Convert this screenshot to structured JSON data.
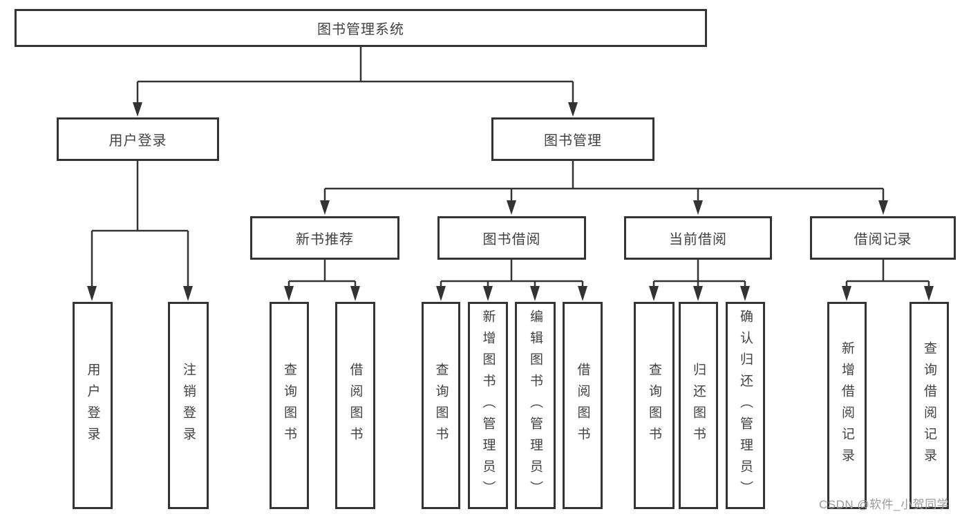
{
  "diagram": {
    "type": "hierarchy-tree",
    "root": "图书管理系统",
    "branches": [
      {
        "label": "用户登录",
        "children": [
          "用户登录",
          "注销登录"
        ]
      },
      {
        "label": "图书管理",
        "children": [
          "新书推荐",
          "图书借阅",
          "当前借阅",
          "借阅记录"
        ]
      }
    ],
    "book_modules": [
      {
        "label": "新书推荐",
        "children": [
          "查询图书",
          "借阅图书"
        ]
      },
      {
        "label": "图书借阅",
        "children": [
          "查询图书",
          "新增图书（管理员）",
          "编辑图书（管理员）",
          "借阅图书"
        ]
      },
      {
        "label": "当前借阅",
        "children": [
          "查询图书",
          "归还图书",
          "确认归还（管理员）"
        ]
      },
      {
        "label": "借阅记录",
        "children": [
          "新增借阅记录",
          "查询借阅记录"
        ]
      }
    ]
  },
  "watermark": "CSDN @软件_小贺同学",
  "colors": {
    "line": "#333333",
    "text": "#424242",
    "watermark": "#9b9b9b",
    "background": "#ffffff"
  }
}
